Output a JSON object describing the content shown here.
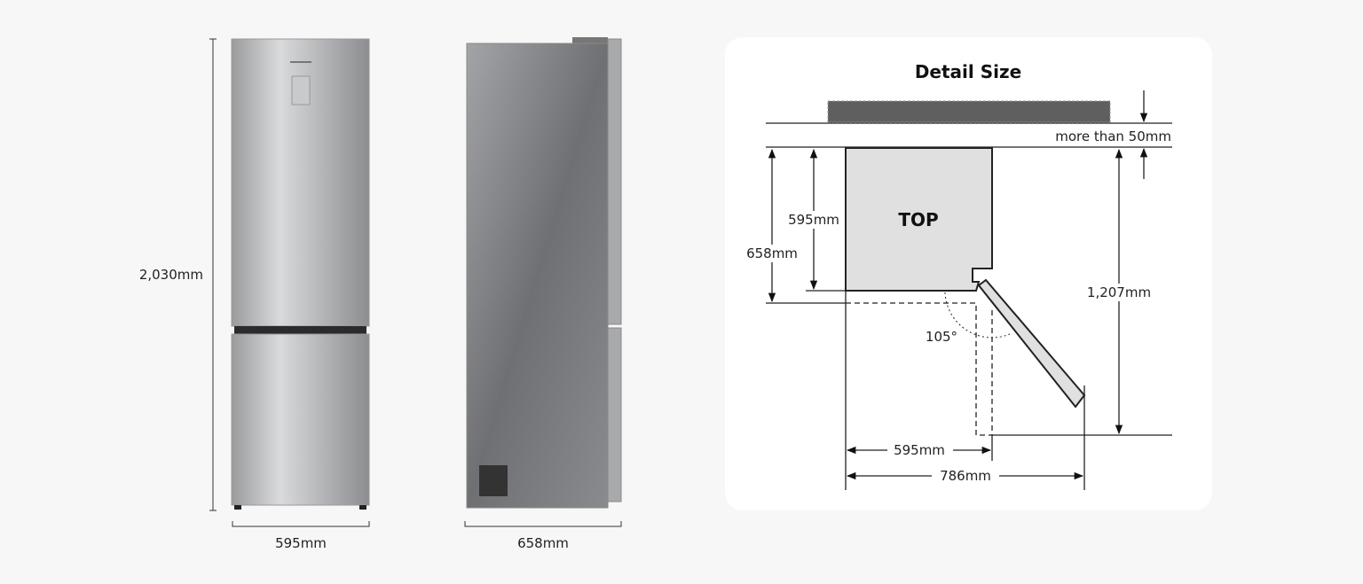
{
  "front_view": {
    "height_label": "2,030mm",
    "width_label": "595mm"
  },
  "side_view": {
    "depth_label": "658mm"
  },
  "detail": {
    "title": "Detail Size",
    "clearance_label": "more than 50mm",
    "top_label": "TOP",
    "depth_body_label": "595mm",
    "depth_total_label": "658mm",
    "angle_label": "105°",
    "open_depth_label": "1,207mm",
    "width_label": "595mm",
    "open_width_label": "786mm"
  },
  "colors": {
    "background": "#f7f7f7",
    "card": "#ffffff",
    "top_fill": "#e0e0e0",
    "wall": "#5f5f5f"
  }
}
